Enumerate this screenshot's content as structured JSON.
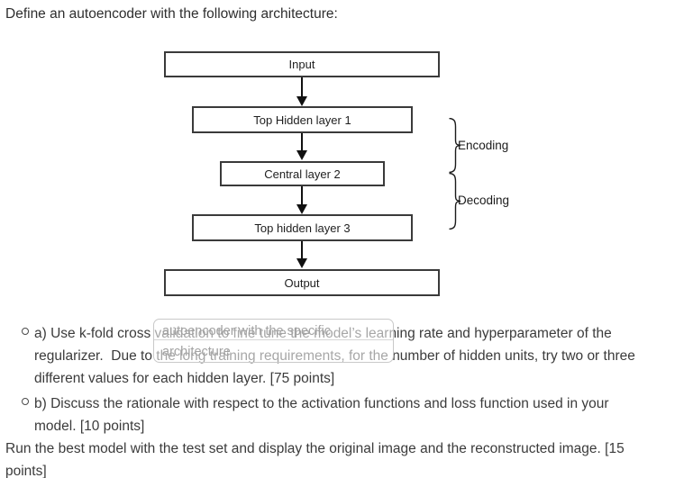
{
  "title": "Define an autoencoder with the following architecture:",
  "diagram": {
    "layers": [
      {
        "label": "Input"
      },
      {
        "label": "Top Hidden layer 1"
      },
      {
        "label": "Central layer 2"
      },
      {
        "label": "Top hidden layer 3"
      },
      {
        "label": "Output"
      }
    ],
    "braces": [
      {
        "label": "Encoding"
      },
      {
        "label": "Decoding"
      }
    ]
  },
  "tooltip": {
    "lines": [
      "autoencoder with the specific",
      "architecture"
    ]
  },
  "questions": [
    {
      "lines": [
        "a) Use k-fold cross validation to fine tune the model’s learning rate and hyperparameter of the",
        "regularizer.  Due to the long training requirements, for the number of hidden units, try two or three",
        "different values for each hidden layer. [75 points]"
      ]
    },
    {
      "lines": [
        "b) Discuss the rationale with respect to the activation functions and loss function used in your",
        "model. [10 points]"
      ]
    }
  ],
  "closing": {
    "lines": [
      "Run the best model with the test set and display the original image and the reconstructed image. [15",
      "points]"
    ]
  },
  "colors": {
    "ink": "#3b3b3b",
    "box-border": "#3a3a3a",
    "arrow": "#111111",
    "tooltip-border": "#c9c9c9",
    "tooltip-text": "#a2a2a2"
  }
}
